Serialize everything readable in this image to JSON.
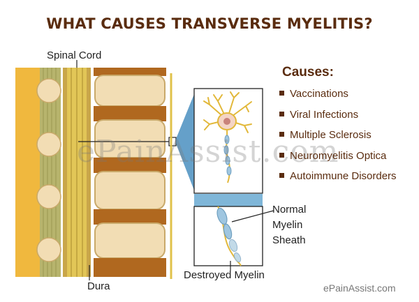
{
  "title": "WHAT CAUSES TRANSVERSE MYELITIS?",
  "labels": {
    "spinal_cord": "Spinal Cord",
    "dura": "Dura",
    "normal_myelin_lines": [
      "Normal",
      "Myelin",
      "Sheath"
    ],
    "destroyed_myelin": "Destroyed Myelin"
  },
  "causes": {
    "heading": "Causes:",
    "items": [
      "Vaccinations",
      "Viral Infections",
      "Multiple Sclerosis",
      "Neuromyelitis Optica",
      "Autoimmune Disorders"
    ]
  },
  "watermark": "ePainAssist.com",
  "site_credit": "ePainAssist.com",
  "colors": {
    "title": "#5a2c0f",
    "bone": "#f2ddb4",
    "disc": "#b0681f",
    "cord": "#d8bd4c",
    "fat": "#f0b83e",
    "neuron_body": "#f4d4c5",
    "myelin": "#9fc6e0"
  }
}
